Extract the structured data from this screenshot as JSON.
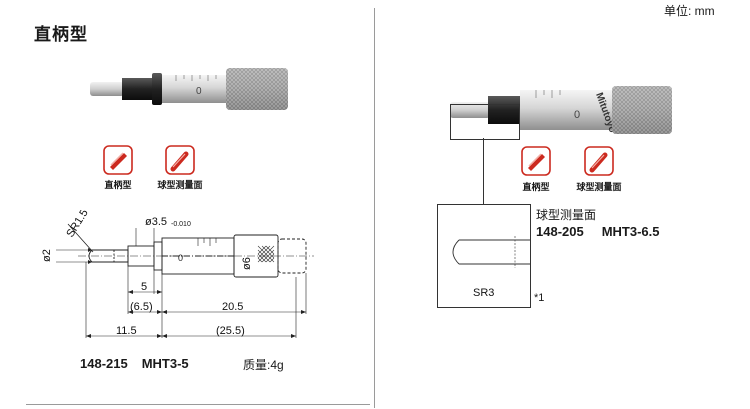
{
  "unit_label": "单位: mm",
  "left": {
    "title": "直柄型",
    "features": [
      "直柄型",
      "球型测量面"
    ],
    "dims": {
      "sr": "SR1.5",
      "d2": "ø2",
      "d35": "ø3.5",
      "d35_sub": "-0.010",
      "d6": "ø6",
      "d5": "5",
      "d65": "(6.5)",
      "d205": "20.5",
      "d115": "11.5",
      "d255": "(25.5)"
    },
    "drum_marking": "0",
    "model_code": "148-215",
    "model_name": "MHT3-5",
    "mass": "质量:4g"
  },
  "right": {
    "drum_marking": "0",
    "brand": "Mitutoyo",
    "features": [
      "直柄型",
      "球型测量面"
    ],
    "detail_title": "球型测量面",
    "model_code": "148-205",
    "model_name": "MHT3-6.5",
    "sr3": "SR3",
    "note": "*1"
  },
  "colors": {
    "icon_red": "#cc2a1f",
    "knurl": "#8a8a8a",
    "barrel": "#c9c9c9"
  }
}
